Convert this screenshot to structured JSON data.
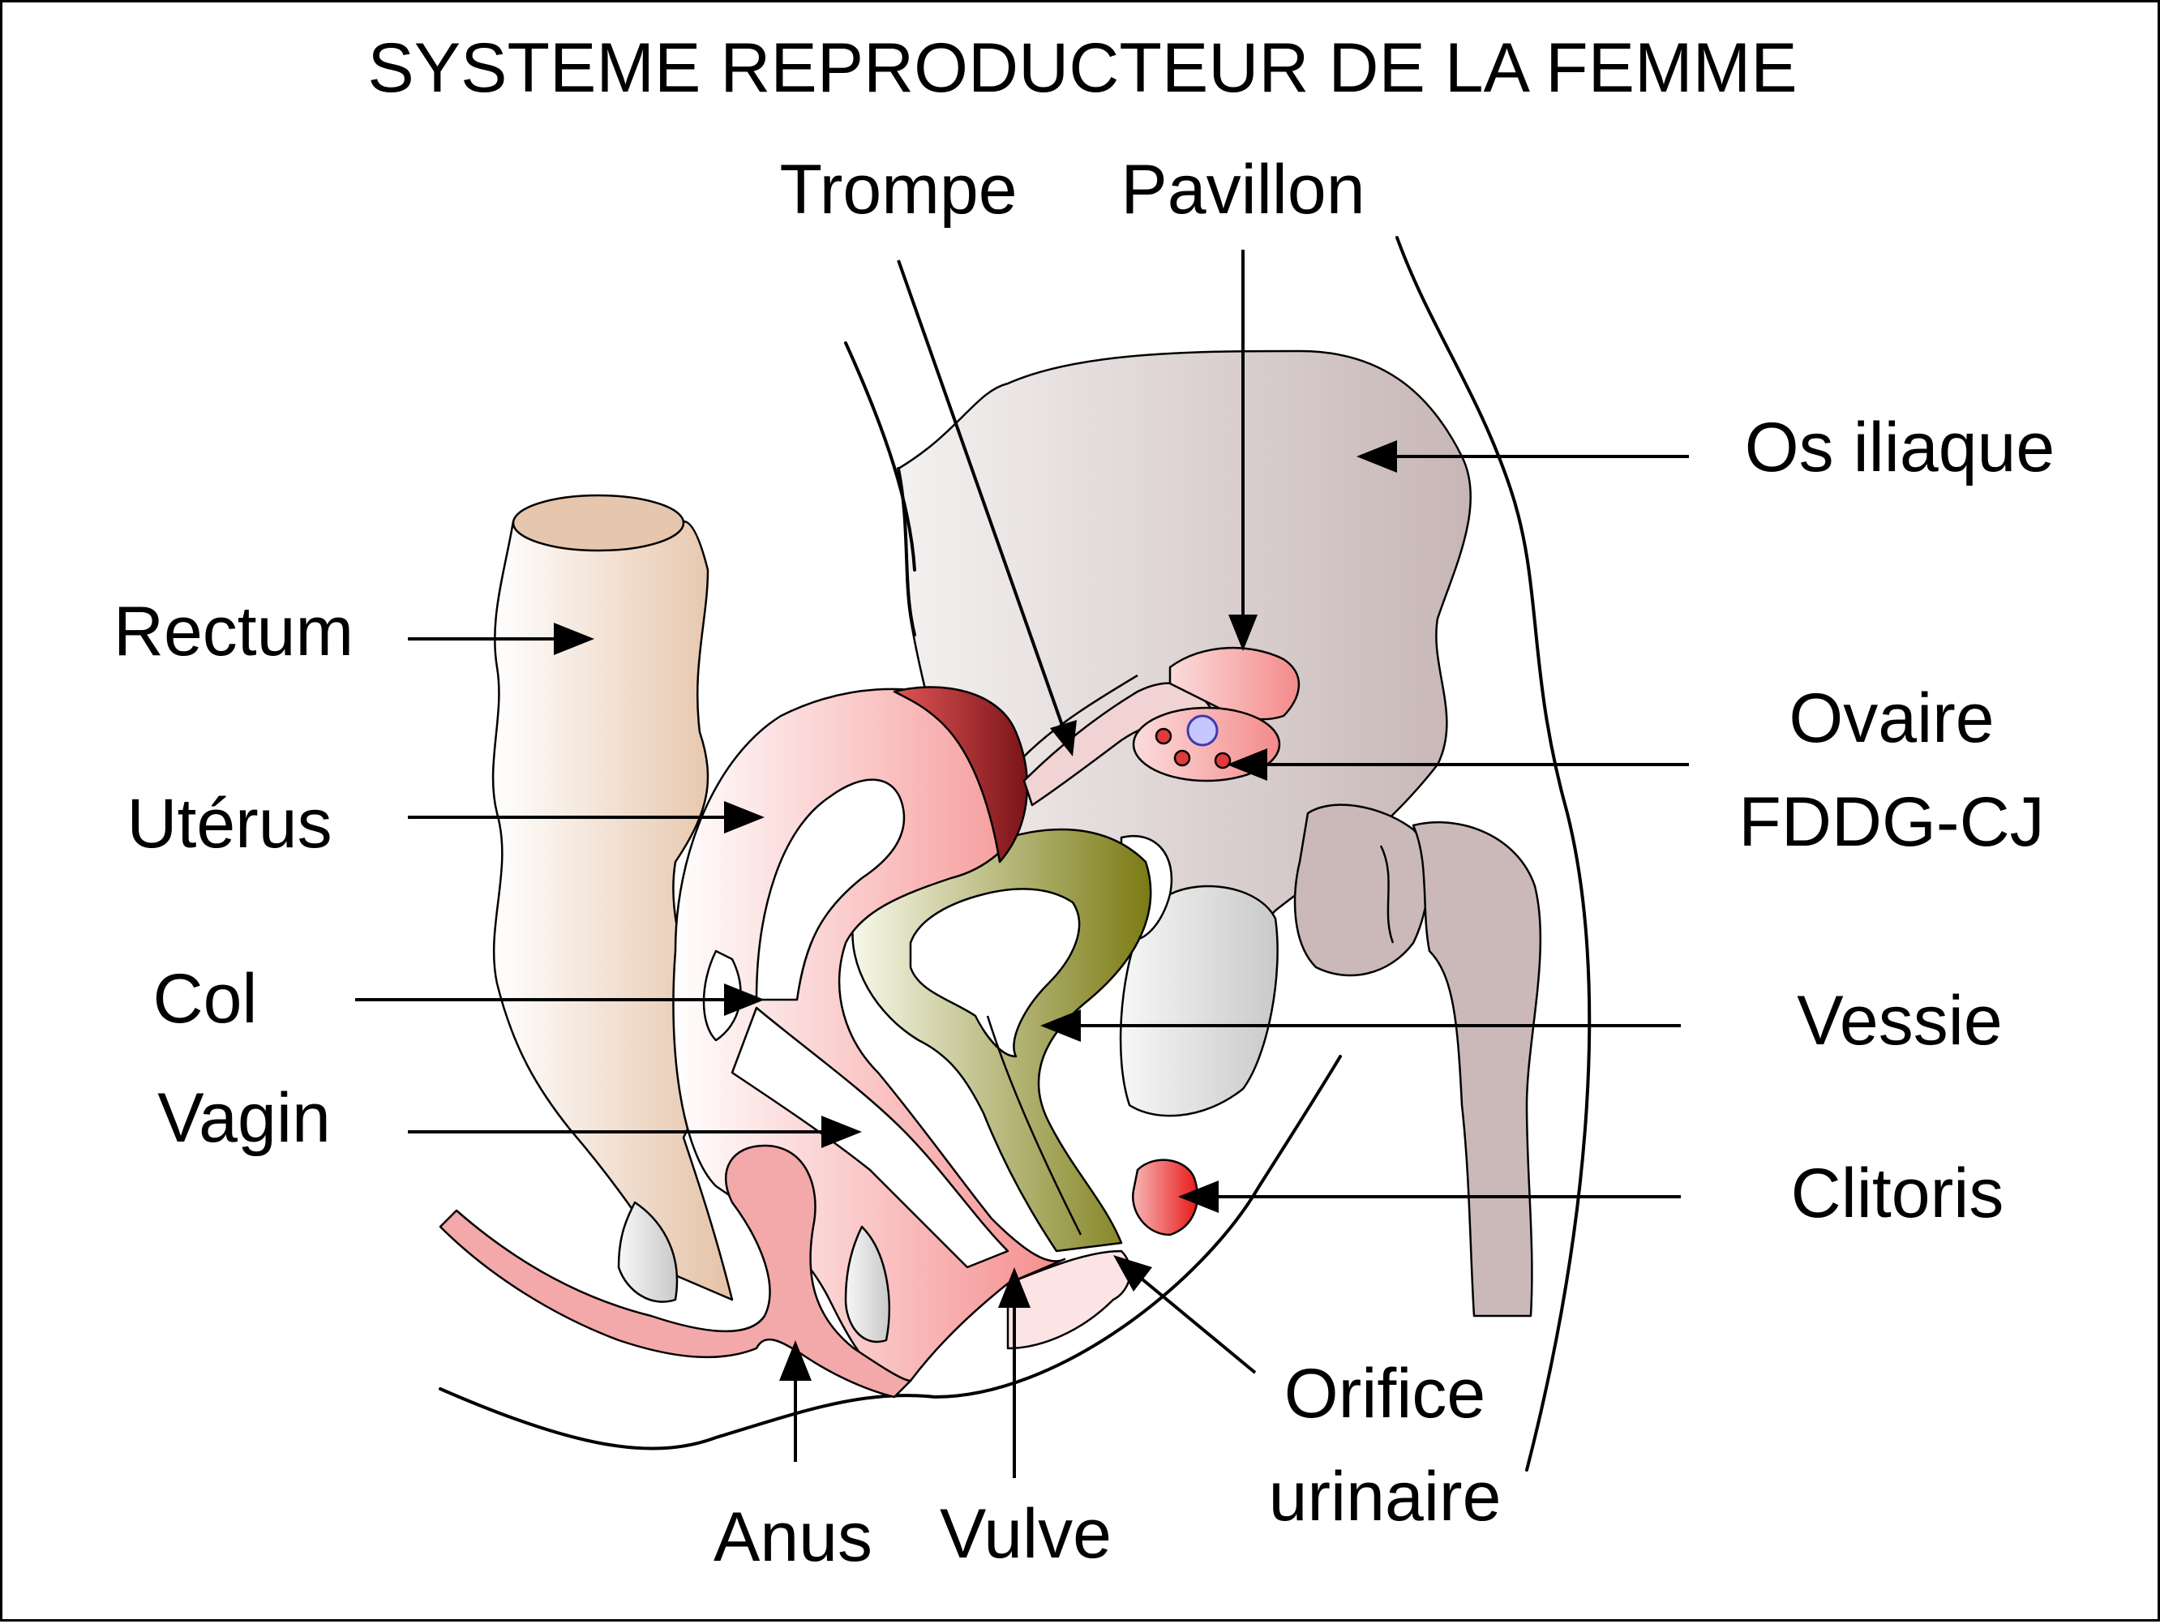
{
  "title": "SYSTEME REPRODUCTEUR DE LA FEMME",
  "labels": {
    "trompe": "Trompe",
    "pavillon": "Pavillon",
    "os_iliaque": "Os iliaque",
    "rectum": "Rectum",
    "uterus": "Utérus",
    "ovaire": "Ovaire",
    "credit": "FDDG-CJ",
    "col": "Col",
    "vessie": "Vessie",
    "vagin": "Vagin",
    "clitoris": "Clitoris",
    "orifice_line1": "Orifice",
    "orifice_line2": "urinaire",
    "anus": "Anus",
    "vulve": "Vulve"
  },
  "colors": {
    "bone": "#cdbcbc",
    "rectum": "#e6c6ac",
    "uterus": "#f7a8a8",
    "uterus_dark": "#8a1e22",
    "bladder": "#8a8a2a",
    "bladder_light": "#eef0d6",
    "clitoris": "#ec2a2a",
    "shadow": "#c8c8c8"
  }
}
